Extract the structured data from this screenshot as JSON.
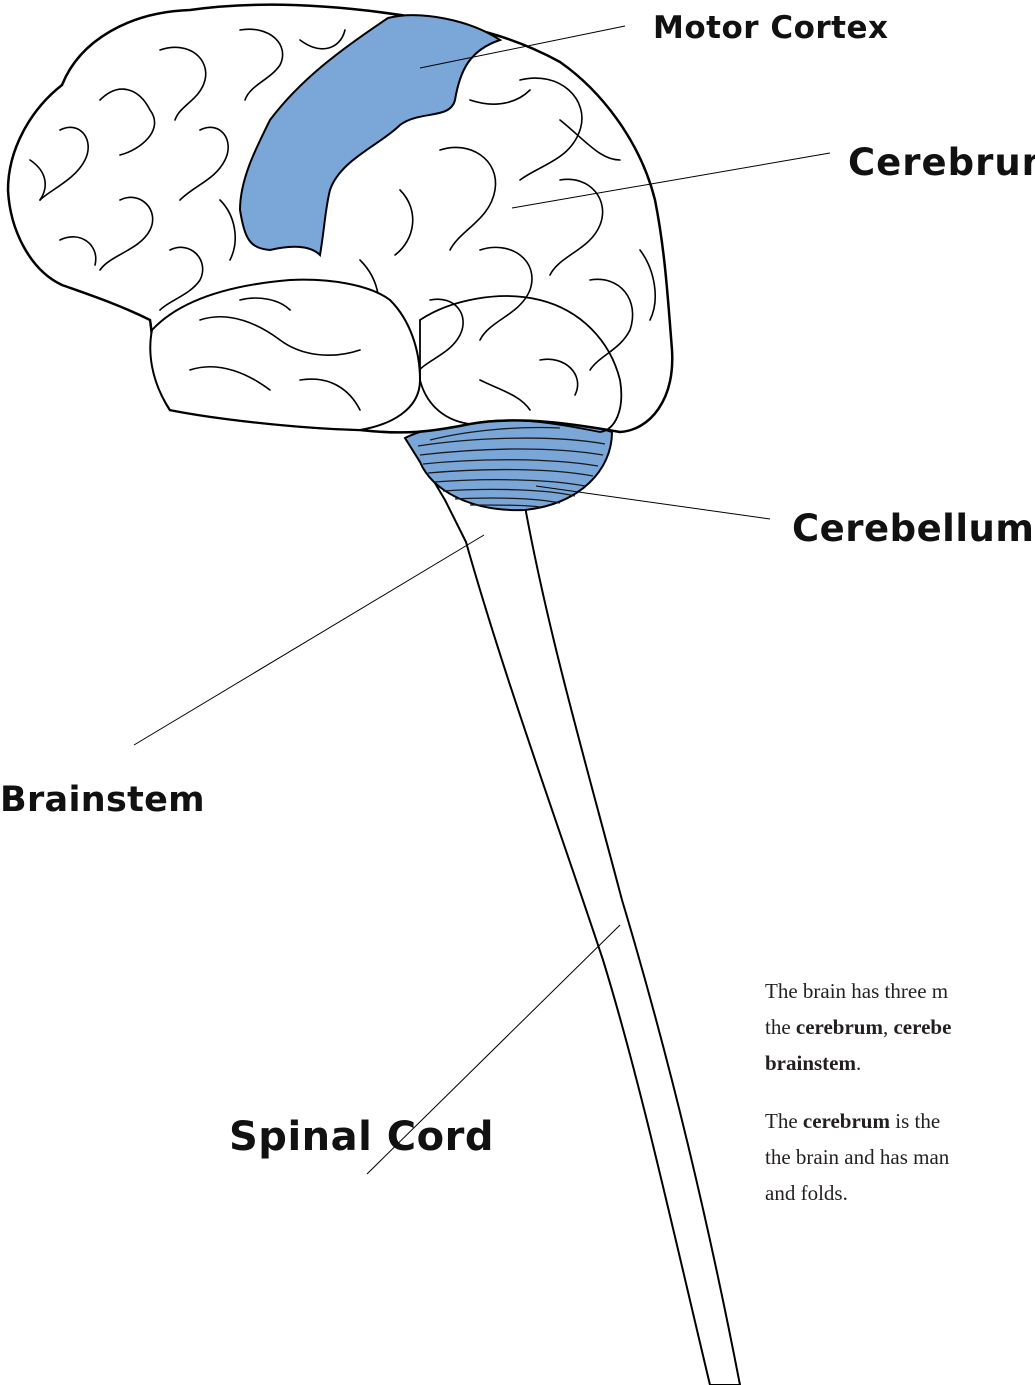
{
  "accent_color": "#7aa6d8",
  "labels": {
    "motor_cortex": "Motor Cortex",
    "cerebrum": "Cerebrum",
    "cerebellum": "Cerebellum",
    "brainstem": "Brainstem",
    "spinal_cord": "Spinal Cord"
  },
  "text": {
    "p1": {
      "a": "The brain has three m",
      "b": "the ",
      "c": "cerebrum",
      "d": ", ",
      "e": "cerebe",
      "f": "brainstem",
      "g": "."
    },
    "p2": {
      "a": "The ",
      "b": "cerebrum",
      "c": " is the ",
      "d": "the brain and has man",
      "e": "and folds."
    }
  }
}
